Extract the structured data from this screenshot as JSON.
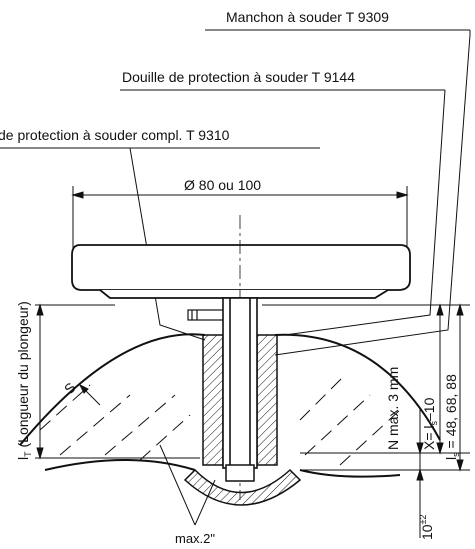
{
  "labels": {
    "manchon": "Manchon à souder T 9309",
    "douille": "Douille de protection à souder T 9144",
    "douille_compl": "de protection à souder compl. T 9310",
    "diametre": "Ø 80 ou 100",
    "longueur_prefix": "l",
    "longueur_sub": "T",
    "longueur_suffix": " (Longueur du plongeur)",
    "s": "S",
    "max2": "max.2\"",
    "n_max": "N max. 3 mm",
    "x_prefix": "X= l",
    "x_sub": "s",
    "x_suffix": "–10",
    "ls_prefix": "l",
    "ls_sub": "s",
    "ls_suffix": " = 48, 68, 88",
    "tol_value": "10",
    "tol_sup": "±2"
  }
}
